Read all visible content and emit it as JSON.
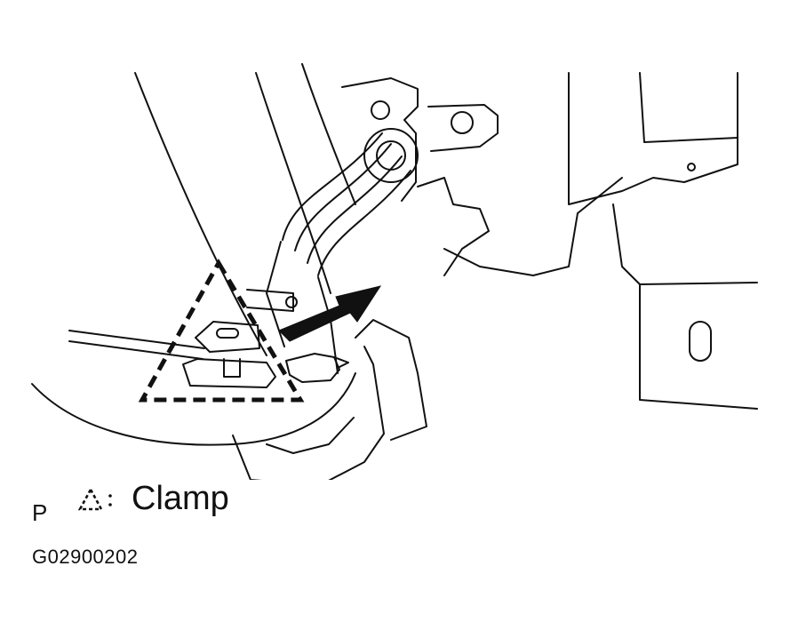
{
  "legend": {
    "view_letter": "P",
    "symbol_name": "clamp-triangle-icon",
    "text": "Clamp"
  },
  "figure_code": "G02900202",
  "colors": {
    "ink": "#111111",
    "background": "#ffffff"
  }
}
